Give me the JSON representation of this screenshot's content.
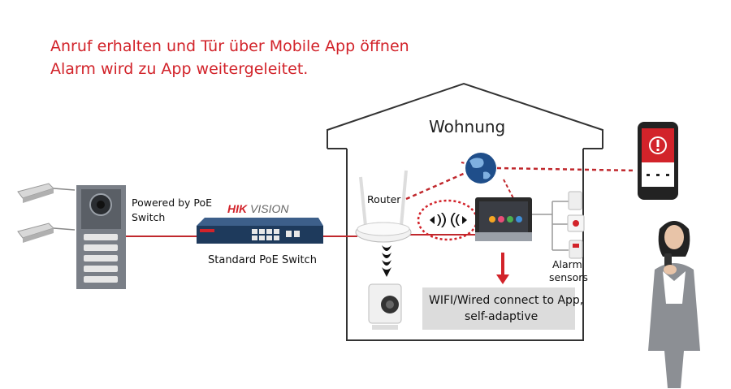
{
  "heading": {
    "line1": "Anruf erhalten und Tür über Mobile App öffnen",
    "line2": "Alarm wird zu App weitergeleitet."
  },
  "house": {
    "label": "Wohnung"
  },
  "door_station": {
    "power_label_line1": "Powered by PoE",
    "power_label_line2": "Switch"
  },
  "switch": {
    "brand_part1": "HIK",
    "brand_part2": "VISION",
    "label": "Standard PoE Switch"
  },
  "router": {
    "label": "Router"
  },
  "alarm": {
    "label_line1": "Alarm",
    "label_line2": "sensors"
  },
  "connection": {
    "line1": "WIFI/Wired connect to App,",
    "line2": "self-adaptive"
  },
  "colors": {
    "accent": "#d2232a",
    "line": "#c0282d",
    "house_stroke": "#333333",
    "box_bg": "#dcdcdc"
  },
  "icons": [
    "magnetic-lock-icon",
    "door-station-icon",
    "poe-switch-icon",
    "router-icon",
    "globe-icon",
    "indoor-monitor-icon",
    "smartphone-alert-icon",
    "camera-icon",
    "alarm-sensor-icon",
    "person-with-phone-icon"
  ]
}
